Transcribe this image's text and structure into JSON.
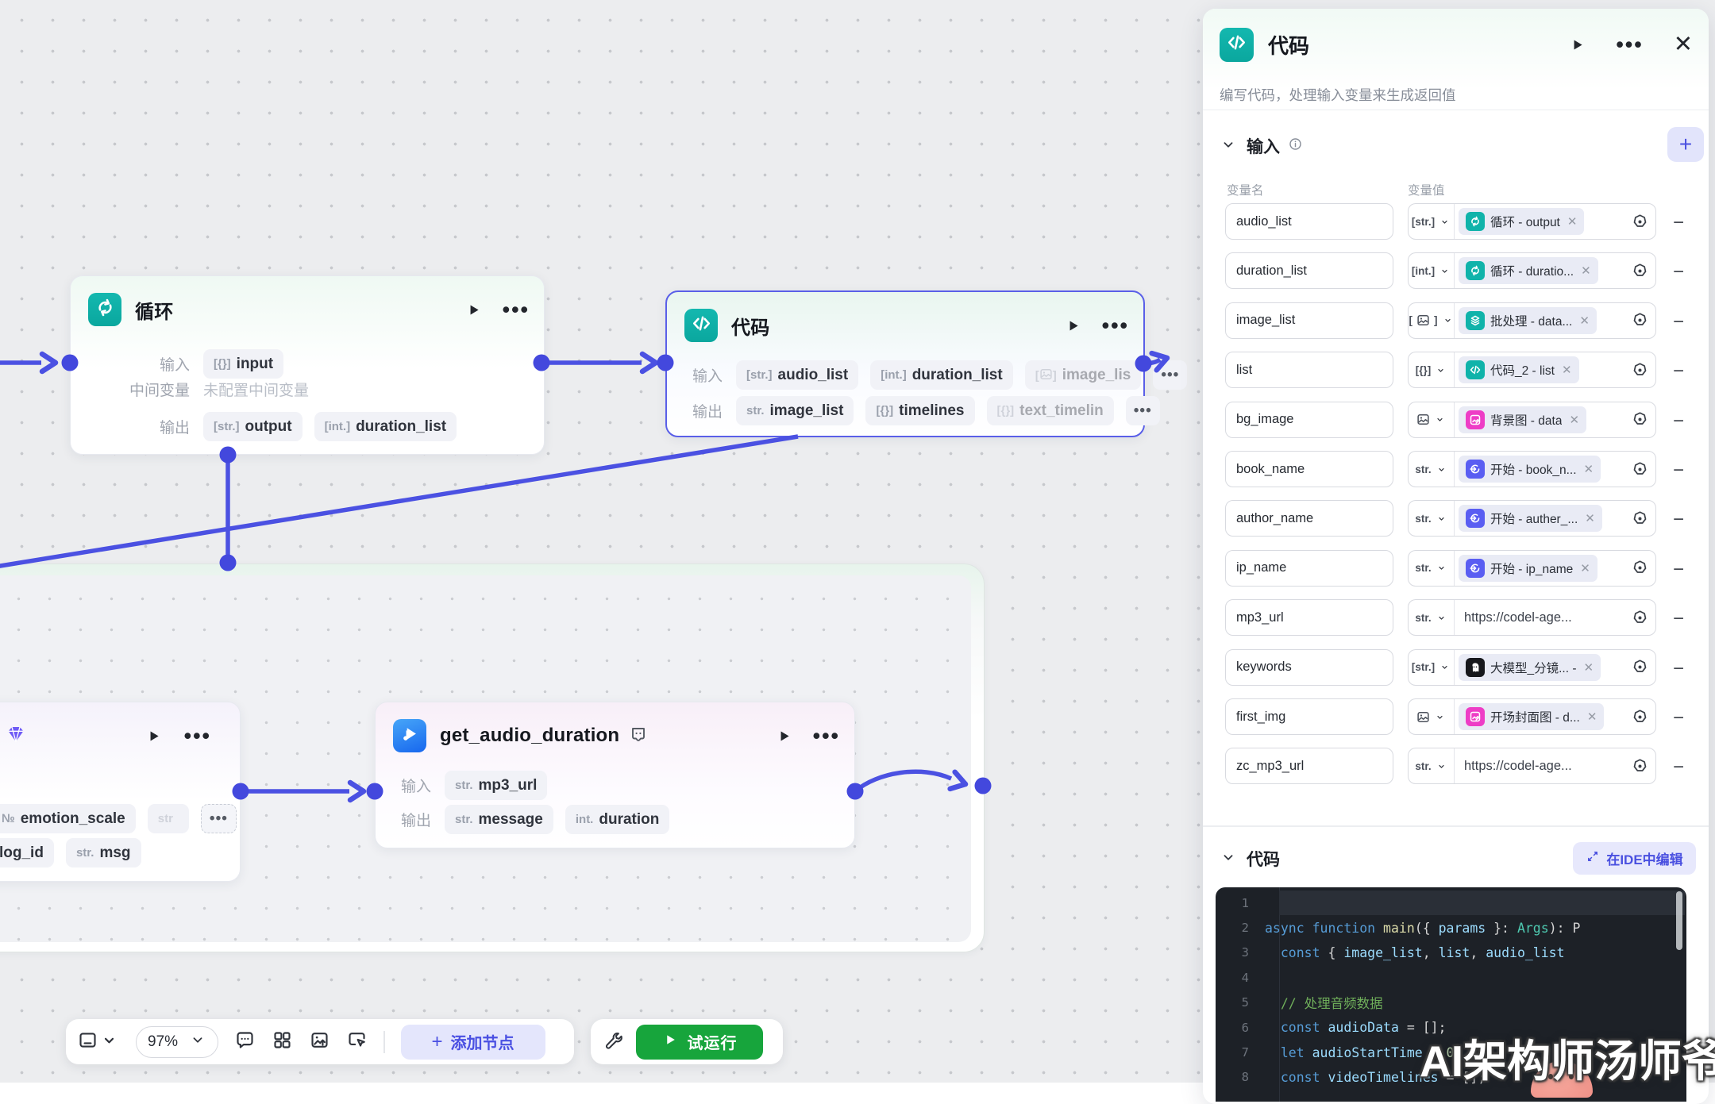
{
  "accent_colors": {
    "edge_blue": "#4b51e2",
    "teal": "#10b3aa",
    "indigo": "#5a5ef2",
    "pink": "#ee3dc6",
    "black": "#17181c",
    "green": "#17a53c",
    "purple_btn": "#4a50e2",
    "selected_border": "#5a5fe8"
  },
  "canvas": {
    "zoom_level": "97%",
    "nodes": {
      "loop": {
        "title": "循环",
        "icon": "loop-icon",
        "input_label": "输入",
        "mid_label": "中间变量",
        "mid_placeholder": "未配置中间变量",
        "output_label": "输出",
        "inputs": [
          {
            "type": "[{}]",
            "name": "input"
          }
        ],
        "outputs": [
          {
            "type": "[str.]",
            "name": "output"
          },
          {
            "type": "[int.]",
            "name": "duration_list"
          }
        ]
      },
      "code": {
        "title": "代码",
        "icon": "code-icon",
        "selected": true,
        "input_label": "输入",
        "output_label": "输出",
        "inputs": [
          {
            "type": "[str.]",
            "name": "audio_list"
          },
          {
            "type": "[int.]",
            "name": "duration_list"
          },
          {
            "type": "[img]",
            "name": "image_lis",
            "faded": true
          },
          {
            "type": "more",
            "name": "⋯"
          }
        ],
        "outputs": [
          {
            "type": "str.",
            "name": "image_list"
          },
          {
            "type": "[{}]",
            "name": "timelines"
          },
          {
            "type": "[{}]",
            "name": "text_timelin",
            "faded": true
          },
          {
            "type": "more",
            "name": "⋯"
          }
        ]
      },
      "get_audio_duration": {
        "title": "get_audio_duration",
        "icon": "audio-plugin-icon",
        "input_label": "输入",
        "output_label": "输出",
        "inputs": [
          {
            "type": "str.",
            "name": "mp3_url"
          }
        ],
        "outputs": [
          {
            "type": "str.",
            "name": "message"
          },
          {
            "type": "int.",
            "name": "duration"
          }
        ]
      },
      "partial_node": {
        "icon": "gem-icon",
        "row1": [
          {
            "type": "№",
            "name": "emotion_scale"
          },
          {
            "type": "str",
            "name": "",
            "faded": true
          },
          {
            "type": "more",
            "name": "⋯"
          }
        ],
        "row2": [
          {
            "type": "",
            "name": "log_id"
          },
          {
            "type": "str.",
            "name": "msg"
          }
        ]
      }
    }
  },
  "toolbar": {
    "zoom_value": "97%",
    "add_node_label": "添加节点",
    "run_label": "试运行",
    "icons": [
      "minimap-icon",
      "comment-icon",
      "grid-icon",
      "image-upload-icon",
      "screen-pointer-icon",
      "wrench-icon"
    ]
  },
  "panel": {
    "title": "代码",
    "subtitle": "编写代码，处理输入变量来生成返回值",
    "input_section_label": "输入",
    "col_name": "变量名",
    "col_value": "变量值",
    "inputs": [
      {
        "name": "audio_list",
        "type": "[str.]",
        "value": {
          "kind": "ref",
          "icon": "loop-icon",
          "color": "#10b3aa",
          "label": "循环 - output"
        }
      },
      {
        "name": "duration_list",
        "type": "[int.]",
        "value": {
          "kind": "ref",
          "icon": "loop-icon",
          "color": "#10b3aa",
          "label": "循环 - duratio..."
        }
      },
      {
        "name": "image_list",
        "type": "[img]",
        "value": {
          "kind": "ref",
          "icon": "layers-icon",
          "color": "#10b3aa",
          "label": "批处理 - data..."
        }
      },
      {
        "name": "list",
        "type": "[{}]",
        "value": {
          "kind": "ref",
          "icon": "code-icon",
          "color": "#10b3aa",
          "label": "代码_2 - list"
        }
      },
      {
        "name": "bg_image",
        "type": "img",
        "value": {
          "kind": "ref",
          "icon": "image-edit-icon",
          "color": "#ee3dc6",
          "label": "背景图 - data"
        }
      },
      {
        "name": "book_name",
        "type": "str.",
        "value": {
          "kind": "ref",
          "icon": "start-icon",
          "color": "#5a5ef2",
          "label": "开始 - book_n..."
        }
      },
      {
        "name": "author_name",
        "type": "str.",
        "value": {
          "kind": "ref",
          "icon": "start-icon",
          "color": "#5a5ef2",
          "label": "开始 - auther_..."
        }
      },
      {
        "name": "ip_name",
        "type": "str.",
        "value": {
          "kind": "ref",
          "icon": "start-icon",
          "color": "#5a5ef2",
          "label": "开始 - ip_name"
        }
      },
      {
        "name": "mp3_url",
        "type": "str.",
        "value": {
          "kind": "literal",
          "text": "https://codel-age..."
        }
      },
      {
        "name": "keywords",
        "type": "[str.]",
        "value": {
          "kind": "ref",
          "icon": "llm-icon",
          "color": "#17181c",
          "label": "大模型_分镜... -"
        }
      },
      {
        "name": "first_img",
        "type": "img",
        "value": {
          "kind": "ref",
          "icon": "image-edit-icon",
          "color": "#ee3dc6",
          "label": "开场封面图 - d..."
        }
      },
      {
        "name": "zc_mp3_url",
        "type": "str.",
        "value": {
          "kind": "literal",
          "text": "https://codel-age..."
        }
      }
    ],
    "code_section_label": "代码",
    "ide_button_label": "在IDE中编辑",
    "code_lines": [
      {
        "n": "1",
        "tokens": []
      },
      {
        "n": "2",
        "tokens": [
          [
            "k",
            "async "
          ],
          [
            "k",
            "function "
          ],
          [
            "f",
            "main"
          ],
          [
            "p",
            "({ "
          ],
          [
            "v",
            "params"
          ],
          [
            "p",
            " }: "
          ],
          [
            "t",
            "Args"
          ],
          [
            "p",
            "): "
          ],
          [
            "p",
            "P"
          ]
        ]
      },
      {
        "n": "3",
        "tokens": [
          [
            "p",
            "  "
          ],
          [
            "k",
            "const"
          ],
          [
            "p",
            " { "
          ],
          [
            "v",
            "image_list"
          ],
          [
            "p",
            ", "
          ],
          [
            "v",
            "list"
          ],
          [
            "p",
            ", "
          ],
          [
            "v",
            "audio_list"
          ]
        ]
      },
      {
        "n": "4",
        "tokens": []
      },
      {
        "n": "5",
        "tokens": [
          [
            "p",
            "  "
          ],
          [
            "c",
            "// 处理音频数据"
          ]
        ]
      },
      {
        "n": "6",
        "tokens": [
          [
            "p",
            "  "
          ],
          [
            "k",
            "const"
          ],
          [
            "p",
            " "
          ],
          [
            "v",
            "audioData"
          ],
          [
            "p",
            " = [];"
          ]
        ]
      },
      {
        "n": "7",
        "tokens": [
          [
            "p",
            "  "
          ],
          [
            "k",
            "let"
          ],
          [
            "p",
            " "
          ],
          [
            "v",
            "audioStartTime"
          ],
          [
            "p",
            " = "
          ],
          [
            "num",
            "0"
          ],
          [
            "p",
            ";"
          ]
        ]
      },
      {
        "n": "8",
        "tokens": [
          [
            "p",
            "  "
          ],
          [
            "k",
            "const"
          ],
          [
            "p",
            " "
          ],
          [
            "v",
            "videoTimelines"
          ],
          [
            "p",
            " = [];"
          ]
        ]
      }
    ]
  },
  "watermark": "AI架构师汤师爷"
}
